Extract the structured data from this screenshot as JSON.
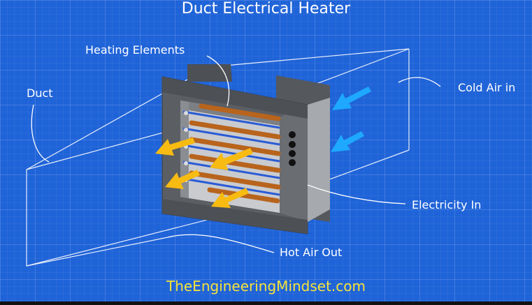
{
  "title": "Duct Electrical Heater",
  "labels": {
    "heating_elements": "Heating Elements",
    "duct": "Duct",
    "cold_air_in": "Cold Air in",
    "electricity_in": "Electricity In",
    "hot_air_out": "Hot Air Out"
  },
  "footer": "TheEngineeringMindset.com",
  "colors": {
    "background": "#1f63d8",
    "heater_body": "#5b5e63",
    "coil": "#b8641c",
    "cold_arrow": "#1ea8ff",
    "hot_arrow": "#f7bb12",
    "footer_text": "#f6e33a"
  },
  "icons": {
    "cold_arrows": "arrow-icon",
    "hot_arrows": "arrow-icon",
    "terminals": "terminal-dot-icon"
  }
}
